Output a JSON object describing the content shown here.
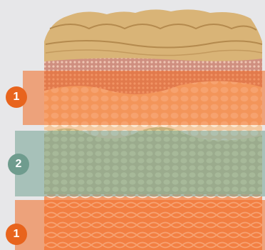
{
  "colors": {
    "background": "#e7e7e9",
    "band_orange": "#f26a21",
    "band_teal": "#7da89a",
    "badge_orange": "#e8641d",
    "badge_teal": "#6f9c8e",
    "surface_tan": "#d9b477",
    "skin_pink": "#d9a08e",
    "cell_fill": "#f6d7b5"
  },
  "diagram": {
    "layers": [
      {
        "id": "surface-layer",
        "label": ""
      },
      {
        "id": "outer-band",
        "badge": "1",
        "color": "band_orange"
      },
      {
        "id": "middle-band",
        "badge": "2",
        "color": "band_teal"
      },
      {
        "id": "lower-band",
        "badge": "1",
        "color": "band_orange"
      }
    ]
  }
}
